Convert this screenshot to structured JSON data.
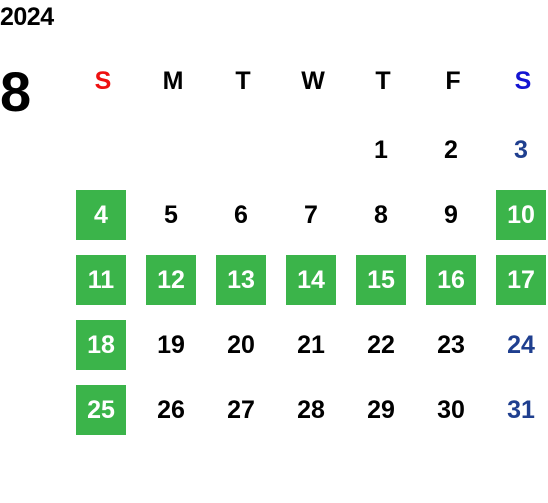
{
  "header": {
    "year": "2024",
    "month": "8"
  },
  "colors": {
    "highlight_bg": "#3bb44a",
    "highlight_text": "#ffffff",
    "default_text": "#000000",
    "sunday_header": "#ee1111",
    "saturday_header": "#1414d2",
    "saturday_date": "#1f3f8f"
  },
  "weekdays": [
    {
      "label": "S",
      "kind": "sunday"
    },
    {
      "label": "M",
      "kind": "weekday"
    },
    {
      "label": "T",
      "kind": "weekday"
    },
    {
      "label": "W",
      "kind": "weekday"
    },
    {
      "label": "T",
      "kind": "weekday"
    },
    {
      "label": "F",
      "kind": "weekday"
    },
    {
      "label": "S",
      "kind": "saturday"
    }
  ],
  "weeks": [
    [
      {
        "day": "",
        "highlighted": false
      },
      {
        "day": "",
        "highlighted": false
      },
      {
        "day": "",
        "highlighted": false
      },
      {
        "day": "",
        "highlighted": false
      },
      {
        "day": "1",
        "highlighted": false
      },
      {
        "day": "2",
        "highlighted": false
      },
      {
        "day": "3",
        "highlighted": false
      }
    ],
    [
      {
        "day": "4",
        "highlighted": true
      },
      {
        "day": "5",
        "highlighted": false
      },
      {
        "day": "6",
        "highlighted": false
      },
      {
        "day": "7",
        "highlighted": false
      },
      {
        "day": "8",
        "highlighted": false
      },
      {
        "day": "9",
        "highlighted": false
      },
      {
        "day": "10",
        "highlighted": true
      }
    ],
    [
      {
        "day": "11",
        "highlighted": true
      },
      {
        "day": "12",
        "highlighted": true
      },
      {
        "day": "13",
        "highlighted": true
      },
      {
        "day": "14",
        "highlighted": true
      },
      {
        "day": "15",
        "highlighted": true
      },
      {
        "day": "16",
        "highlighted": true
      },
      {
        "day": "17",
        "highlighted": true
      }
    ],
    [
      {
        "day": "18",
        "highlighted": true
      },
      {
        "day": "19",
        "highlighted": false
      },
      {
        "day": "20",
        "highlighted": false
      },
      {
        "day": "21",
        "highlighted": false
      },
      {
        "day": "22",
        "highlighted": false
      },
      {
        "day": "23",
        "highlighted": false
      },
      {
        "day": "24",
        "highlighted": false
      }
    ],
    [
      {
        "day": "25",
        "highlighted": true
      },
      {
        "day": "26",
        "highlighted": false
      },
      {
        "day": "27",
        "highlighted": false
      },
      {
        "day": "28",
        "highlighted": false
      },
      {
        "day": "29",
        "highlighted": false
      },
      {
        "day": "30",
        "highlighted": false
      },
      {
        "day": "31",
        "highlighted": false
      }
    ]
  ]
}
